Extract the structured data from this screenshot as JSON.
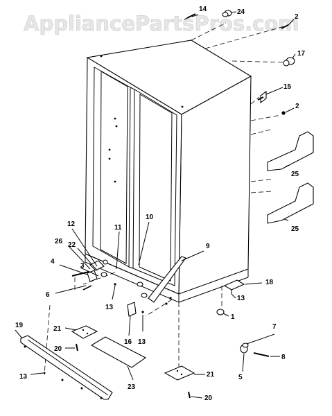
{
  "watermark": {
    "text": "AppliancePartsPros.com"
  },
  "callouts": [
    {
      "id": "c-14",
      "text": "14"
    },
    {
      "id": "c-24",
      "text": "24"
    },
    {
      "id": "c-2a",
      "text": "2"
    },
    {
      "id": "c-17",
      "text": "17"
    },
    {
      "id": "c-15",
      "text": "15"
    },
    {
      "id": "c-2b",
      "text": "2"
    },
    {
      "id": "c-25a",
      "text": "25"
    },
    {
      "id": "c-25b",
      "text": "25"
    },
    {
      "id": "c-12",
      "text": "12"
    },
    {
      "id": "c-10",
      "text": "10"
    },
    {
      "id": "c-11",
      "text": "11"
    },
    {
      "id": "c-26",
      "text": "26"
    },
    {
      "id": "c-22",
      "text": "22"
    },
    {
      "id": "c-9",
      "text": "9"
    },
    {
      "id": "c-4",
      "text": "4"
    },
    {
      "id": "c-3",
      "text": "3"
    },
    {
      "id": "c-6",
      "text": "6"
    },
    {
      "id": "c-13a",
      "text": "13"
    },
    {
      "id": "c-18",
      "text": "18"
    },
    {
      "id": "c-13b",
      "text": "13"
    },
    {
      "id": "c-1",
      "text": "1"
    },
    {
      "id": "c-19",
      "text": "19"
    },
    {
      "id": "c-21a",
      "text": "21"
    },
    {
      "id": "c-16",
      "text": "16"
    },
    {
      "id": "c-13c",
      "text": "13"
    },
    {
      "id": "c-7",
      "text": "7"
    },
    {
      "id": "c-20a",
      "text": "20"
    },
    {
      "id": "c-8",
      "text": "8"
    },
    {
      "id": "c-13d",
      "text": "13"
    },
    {
      "id": "c-23",
      "text": "23"
    },
    {
      "id": "c-5",
      "text": "5"
    },
    {
      "id": "c-21b",
      "text": "21"
    },
    {
      "id": "c-20b",
      "text": "20"
    }
  ]
}
